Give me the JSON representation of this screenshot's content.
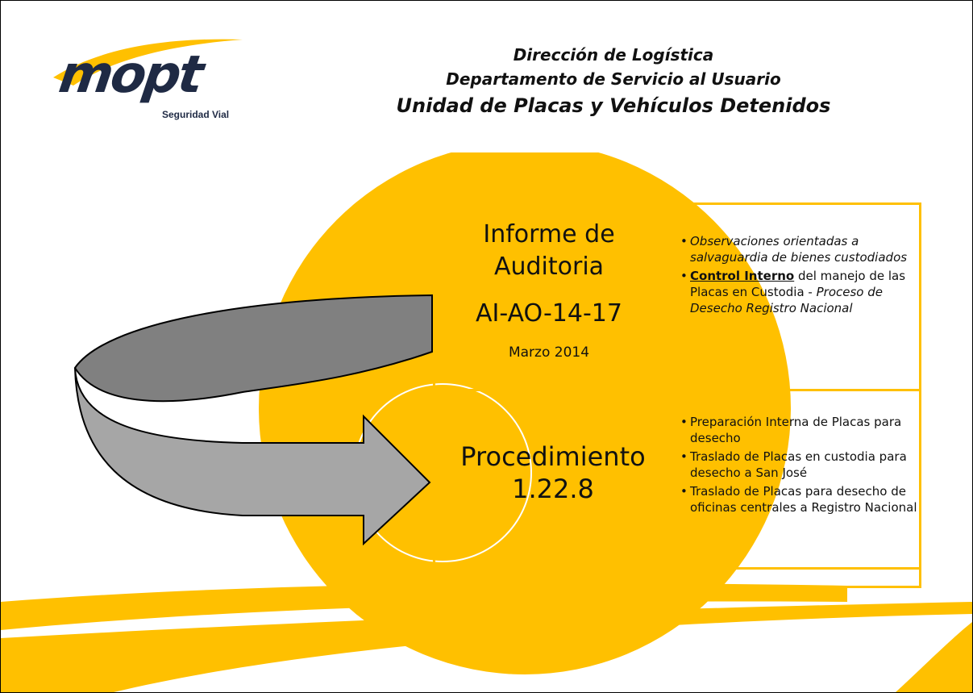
{
  "logo": {
    "wordmark": "mopt",
    "tagline": "Seguridad Vial"
  },
  "header": {
    "line1": "Dirección de Logística",
    "line2": "Departamento de Servicio al Usuario",
    "line3": "Unidad de Placas y Vehículos Detenidos"
  },
  "informe": {
    "title": "Informe de Auditoria",
    "code": "AI-AO-14-17",
    "date": "Marzo 2014",
    "bullet1": "Observaciones orientadas a salvaguardia de bienes custodiados",
    "bullet2_strong": "Control Interno",
    "bullet2_rest": " del manejo de las Placas en Custodia - ",
    "bullet2_italic": "Proceso de Desecho Registro Nacional"
  },
  "procedimiento": {
    "title": "Procedimiento",
    "number": "1.22.8",
    "bullets": [
      "Preparación Interna de Placas para desecho",
      "Traslado de Placas en custodia para desecho a San José",
      "Traslado de Placas para desecho de oficinas centrales a Registro Nacional"
    ]
  },
  "colors": {
    "accent_yellow": "#ffc000",
    "arrow_dark": "#7f7f7f",
    "arrow_light": "#a6a6a6",
    "logo_navy": "#1f2a44"
  }
}
